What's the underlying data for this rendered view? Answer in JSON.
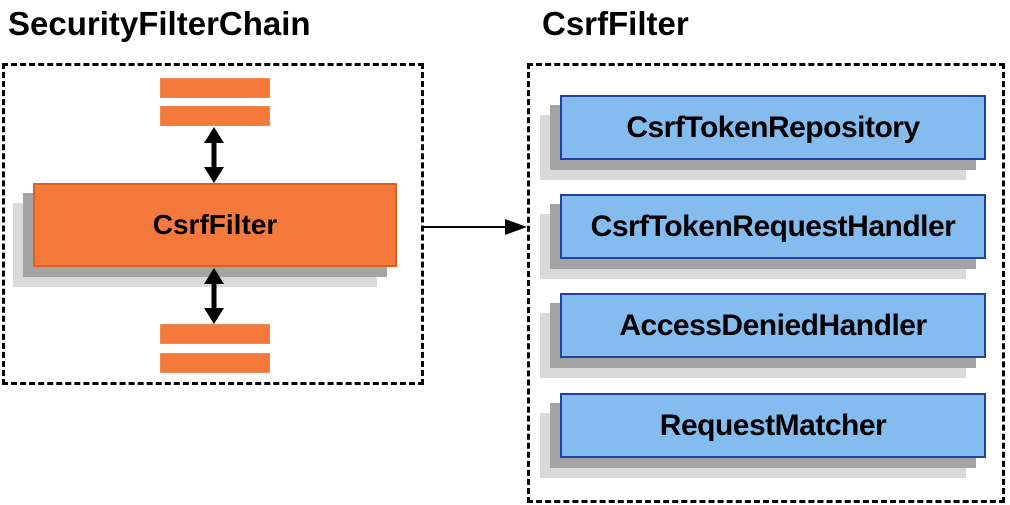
{
  "colors": {
    "background": "#FFFFFF",
    "text": "#000000",
    "outline": "#000000",
    "orange_fill": "#F4793A",
    "orange_border": "#DD6020",
    "orange_border_soft": "#ED8A52",
    "blue_fill": "#85BCF0",
    "blue_border": "#1F41A0",
    "shadow_dark": "#A4A4A4",
    "shadow_light": "#DADADA",
    "arrow": "#000000"
  },
  "left_panel": {
    "title": "SecurityFilterChain",
    "center_filter_label": "CsrfFilter"
  },
  "right_panel": {
    "title": "CsrfFilter",
    "components": [
      {
        "label": "CsrfTokenRepository"
      },
      {
        "label": "CsrfTokenRequestHandler"
      },
      {
        "label": "AccessDeniedHandler"
      },
      {
        "label": "RequestMatcher"
      }
    ]
  }
}
